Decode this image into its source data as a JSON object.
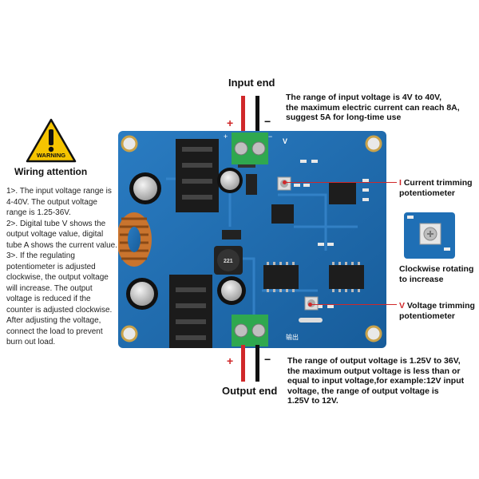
{
  "input": {
    "title": "Input end",
    "plus": "+",
    "minus": "−",
    "note_lines": [
      "The range of input voltage is 4V to 40V,",
      "the maximum electric current can reach 8A,",
      "suggest 5A for long-time use"
    ]
  },
  "output": {
    "title": "Output end",
    "plus": "+",
    "minus": "−",
    "note_lines": [
      "The range of output voltage is 1.25V to 36V,",
      "the maximum output voltage is less than or",
      "equal to input voltage,for example:12V input",
      "voltage, the range of output voltage is",
      "1.25V to 12V."
    ]
  },
  "warning": {
    "sign_text": "WARNING",
    "title": "Wiring attention",
    "instructions": [
      "1>. The input voltage range is",
      " 4-40V. The output voltage",
      "range is 1.25-36V.",
      "2>. Digital tube V shows the",
      "output voltage value, digital",
      "tube A shows the current value.",
      "3>. If the regulating",
      "potentiometer is adjusted",
      "clockwise, the output voltage",
      "will increase. The output",
      "voltage is reduced if the",
      "counter is adjusted clockwise.",
      "After adjusting the voltage,",
      "connect the load to prevent",
      "burn out load."
    ]
  },
  "current_pot": {
    "prefix": "I",
    "line1": " Current trimming",
    "line2": "potentiometer"
  },
  "voltage_pot": {
    "prefix": "V",
    "line1": " Voltage trimming",
    "line2": "potentiometer"
  },
  "clockwise": {
    "line1": "Clockwise rotating",
    "line2": "to increase"
  },
  "board": {
    "inductor_marking": "221",
    "silk_v": "V",
    "silk_output": "输出",
    "silk_plus": "+",
    "silk_minus": "−"
  },
  "colors": {
    "board_blue": "#1f6fb5",
    "accent_red": "#d0282a",
    "terminal_green": "#2fa84f",
    "warning_yellow": "#f5c400"
  }
}
